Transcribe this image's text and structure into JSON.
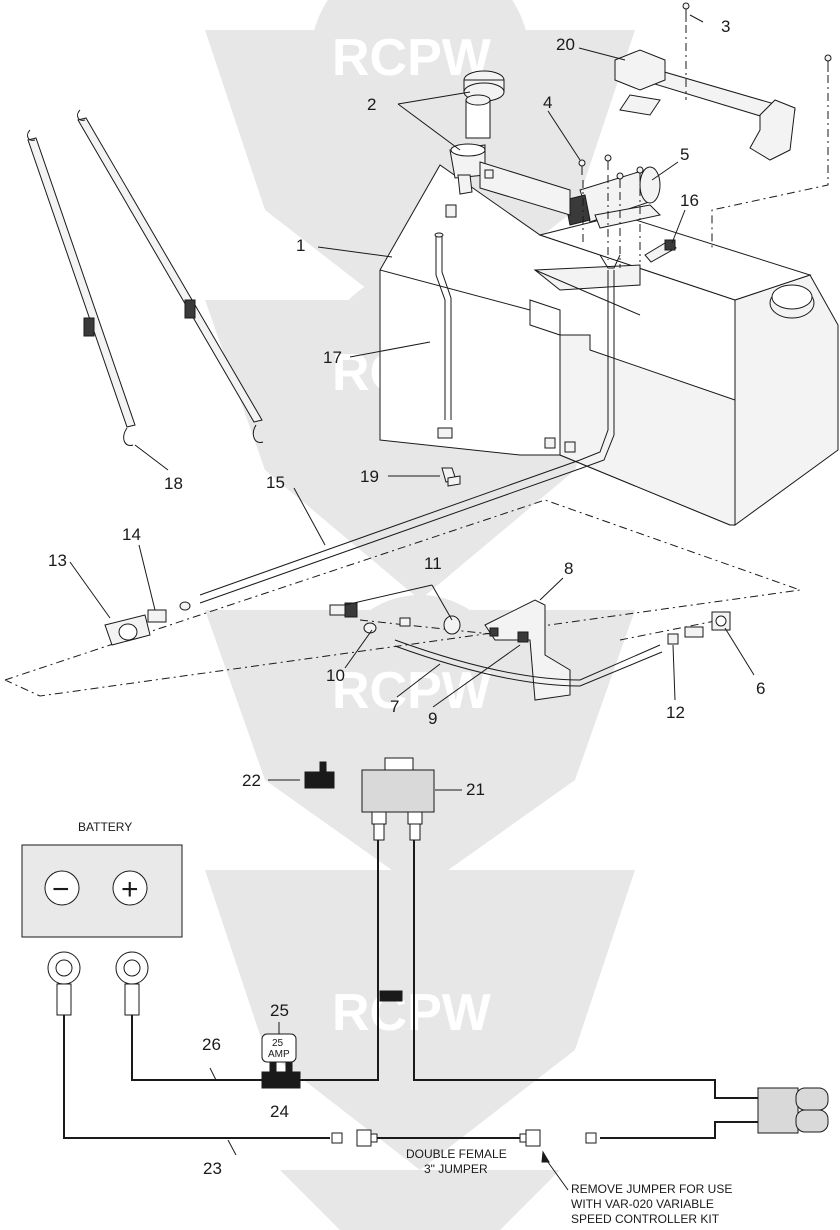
{
  "watermark": {
    "text": "RCPW"
  },
  "callouts": {
    "c1": "1",
    "c2": "2",
    "c3": "3",
    "c4": "4",
    "c5": "5",
    "c6": "6",
    "c7": "7",
    "c8": "8",
    "c9": "9",
    "c10": "10",
    "c11": "11",
    "c12": "12",
    "c13": "13",
    "c14": "14",
    "c15": "15",
    "c16": "16",
    "c17": "17",
    "c18": "18",
    "c19": "19",
    "c20": "20",
    "c21": "21",
    "c22": "22",
    "c23": "23",
    "c24": "24",
    "c25": "25",
    "c26": "26"
  },
  "battery": {
    "label": "BATTERY",
    "negative": "−",
    "positive": "+"
  },
  "fuse": {
    "line1": "25",
    "line2": "AMP"
  },
  "jumper": {
    "line1": "DOUBLE FEMALE",
    "line2": "3\" JUMPER"
  },
  "note": {
    "line1": "REMOVE JUMPER FOR USE",
    "line2": "WITH VAR-020 VARIABLE",
    "line3": "SPEED CONTROLLER KIT"
  }
}
